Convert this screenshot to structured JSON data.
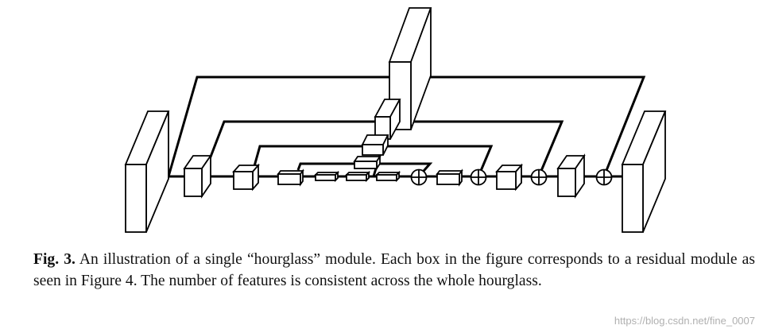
{
  "caption": {
    "label": "Fig. 3.",
    "text": "An illustration of a single “hourglass” module. Each box in the figure corresponds to a residual module as seen in Figure 4. The number of features is consistent across the whole hourglass."
  },
  "watermark": "https://blog.csdn.net/fine_0007"
}
